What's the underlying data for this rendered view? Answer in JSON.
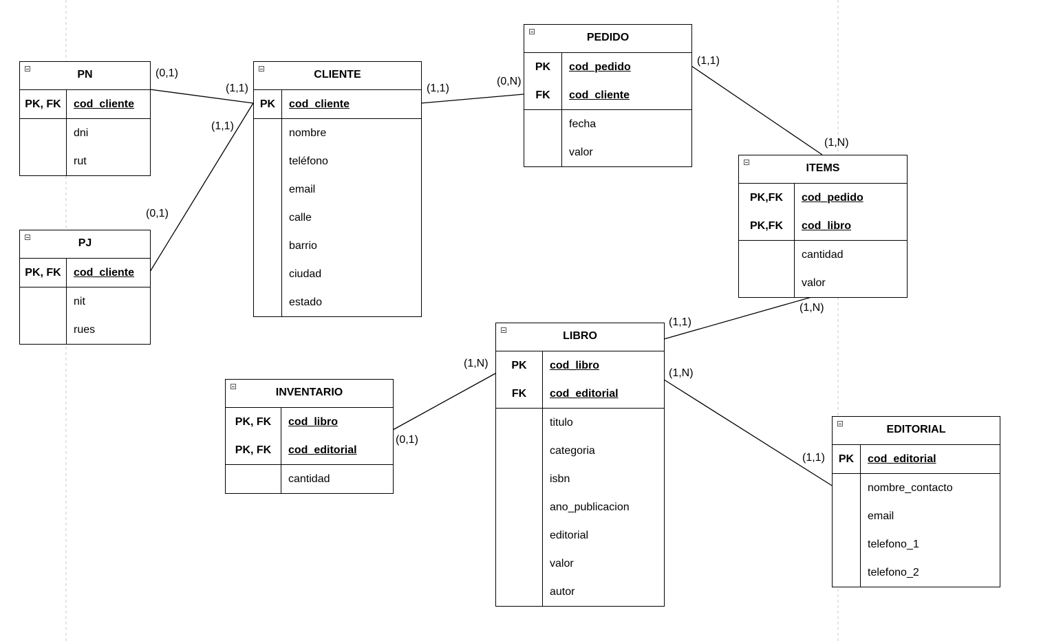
{
  "entities": {
    "pn": {
      "title": "PN",
      "keys": [
        [
          "PK, FK"
        ],
        [
          "",
          ""
        ]
      ],
      "attrs": [
        [
          "cod_cliente"
        ],
        [
          "dni",
          "rut"
        ]
      ]
    },
    "pj": {
      "title": "PJ",
      "keys": [
        [
          "PK, FK"
        ],
        [
          "",
          ""
        ]
      ],
      "attrs": [
        [
          "cod_cliente"
        ],
        [
          "nit",
          "rues"
        ]
      ]
    },
    "cliente": {
      "title": "CLIENTE",
      "keys": [
        [
          "PK"
        ],
        [
          "",
          "",
          "",
          "",
          "",
          "",
          ""
        ]
      ],
      "attrs": [
        [
          "cod_cliente"
        ],
        [
          "nombre",
          "teléfono",
          "email",
          "calle",
          "barrio",
          "ciudad",
          "estado"
        ]
      ]
    },
    "pedido": {
      "title": "PEDIDO",
      "keys": [
        [
          "PK",
          "FK"
        ],
        [
          "",
          ""
        ]
      ],
      "attrs": [
        [
          "cod_pedido",
          "cod_cliente"
        ],
        [
          "fecha",
          "valor"
        ]
      ]
    },
    "items": {
      "title": "ITEMS",
      "keys": [
        [
          "PK,FK",
          "PK,FK"
        ],
        [
          "",
          ""
        ]
      ],
      "attrs": [
        [
          "cod_pedido",
          "cod_libro"
        ],
        [
          "cantidad",
          "valor"
        ]
      ]
    },
    "libro": {
      "title": "LIBRO",
      "keys": [
        [
          "PK",
          "FK"
        ],
        [
          "",
          "",
          "",
          "",
          "",
          "",
          ""
        ]
      ],
      "attrs": [
        [
          "cod_libro",
          "cod_editorial"
        ],
        [
          "titulo",
          "categoria",
          "isbn",
          "ano_publicacion",
          "editorial",
          "valor",
          "autor"
        ]
      ]
    },
    "inventario": {
      "title": "INVENTARIO",
      "keys": [
        [
          "PK, FK",
          "PK, FK"
        ],
        [
          ""
        ]
      ],
      "attrs": [
        [
          "cod_libro",
          "cod_editorial"
        ],
        [
          "cantidad"
        ]
      ]
    },
    "editorial": {
      "title": "EDITORIAL",
      "keys": [
        [
          "PK"
        ],
        [
          "",
          "",
          "",
          ""
        ]
      ],
      "attrs": [
        [
          "cod_editorial"
        ],
        [
          "nombre_contacto",
          "email",
          "telefono_1",
          "telefono_2"
        ]
      ]
    }
  },
  "cardinalities": {
    "pn_side": "(0,1)",
    "cliente_from_pn": "(1,1)",
    "cliente_from_pj": "(1,1)",
    "pj_side": "(0,1)",
    "cliente_to_pedido": "(1,1)",
    "pedido_from_cliente": "(0,N)",
    "pedido_to_items": "(1,1)",
    "items_from_pedido": "(1,N)",
    "libro_to_items": "(1,1)",
    "items_from_libro": "(1,N)",
    "libro_from_inventario": "(1,N)",
    "inventario_to_libro": "(0,1)",
    "libro_to_editorial": "(1,N)",
    "editorial_from_libro": "(1,1)"
  },
  "colors": {
    "line": "#000000",
    "guide": "#c8c8c8"
  }
}
